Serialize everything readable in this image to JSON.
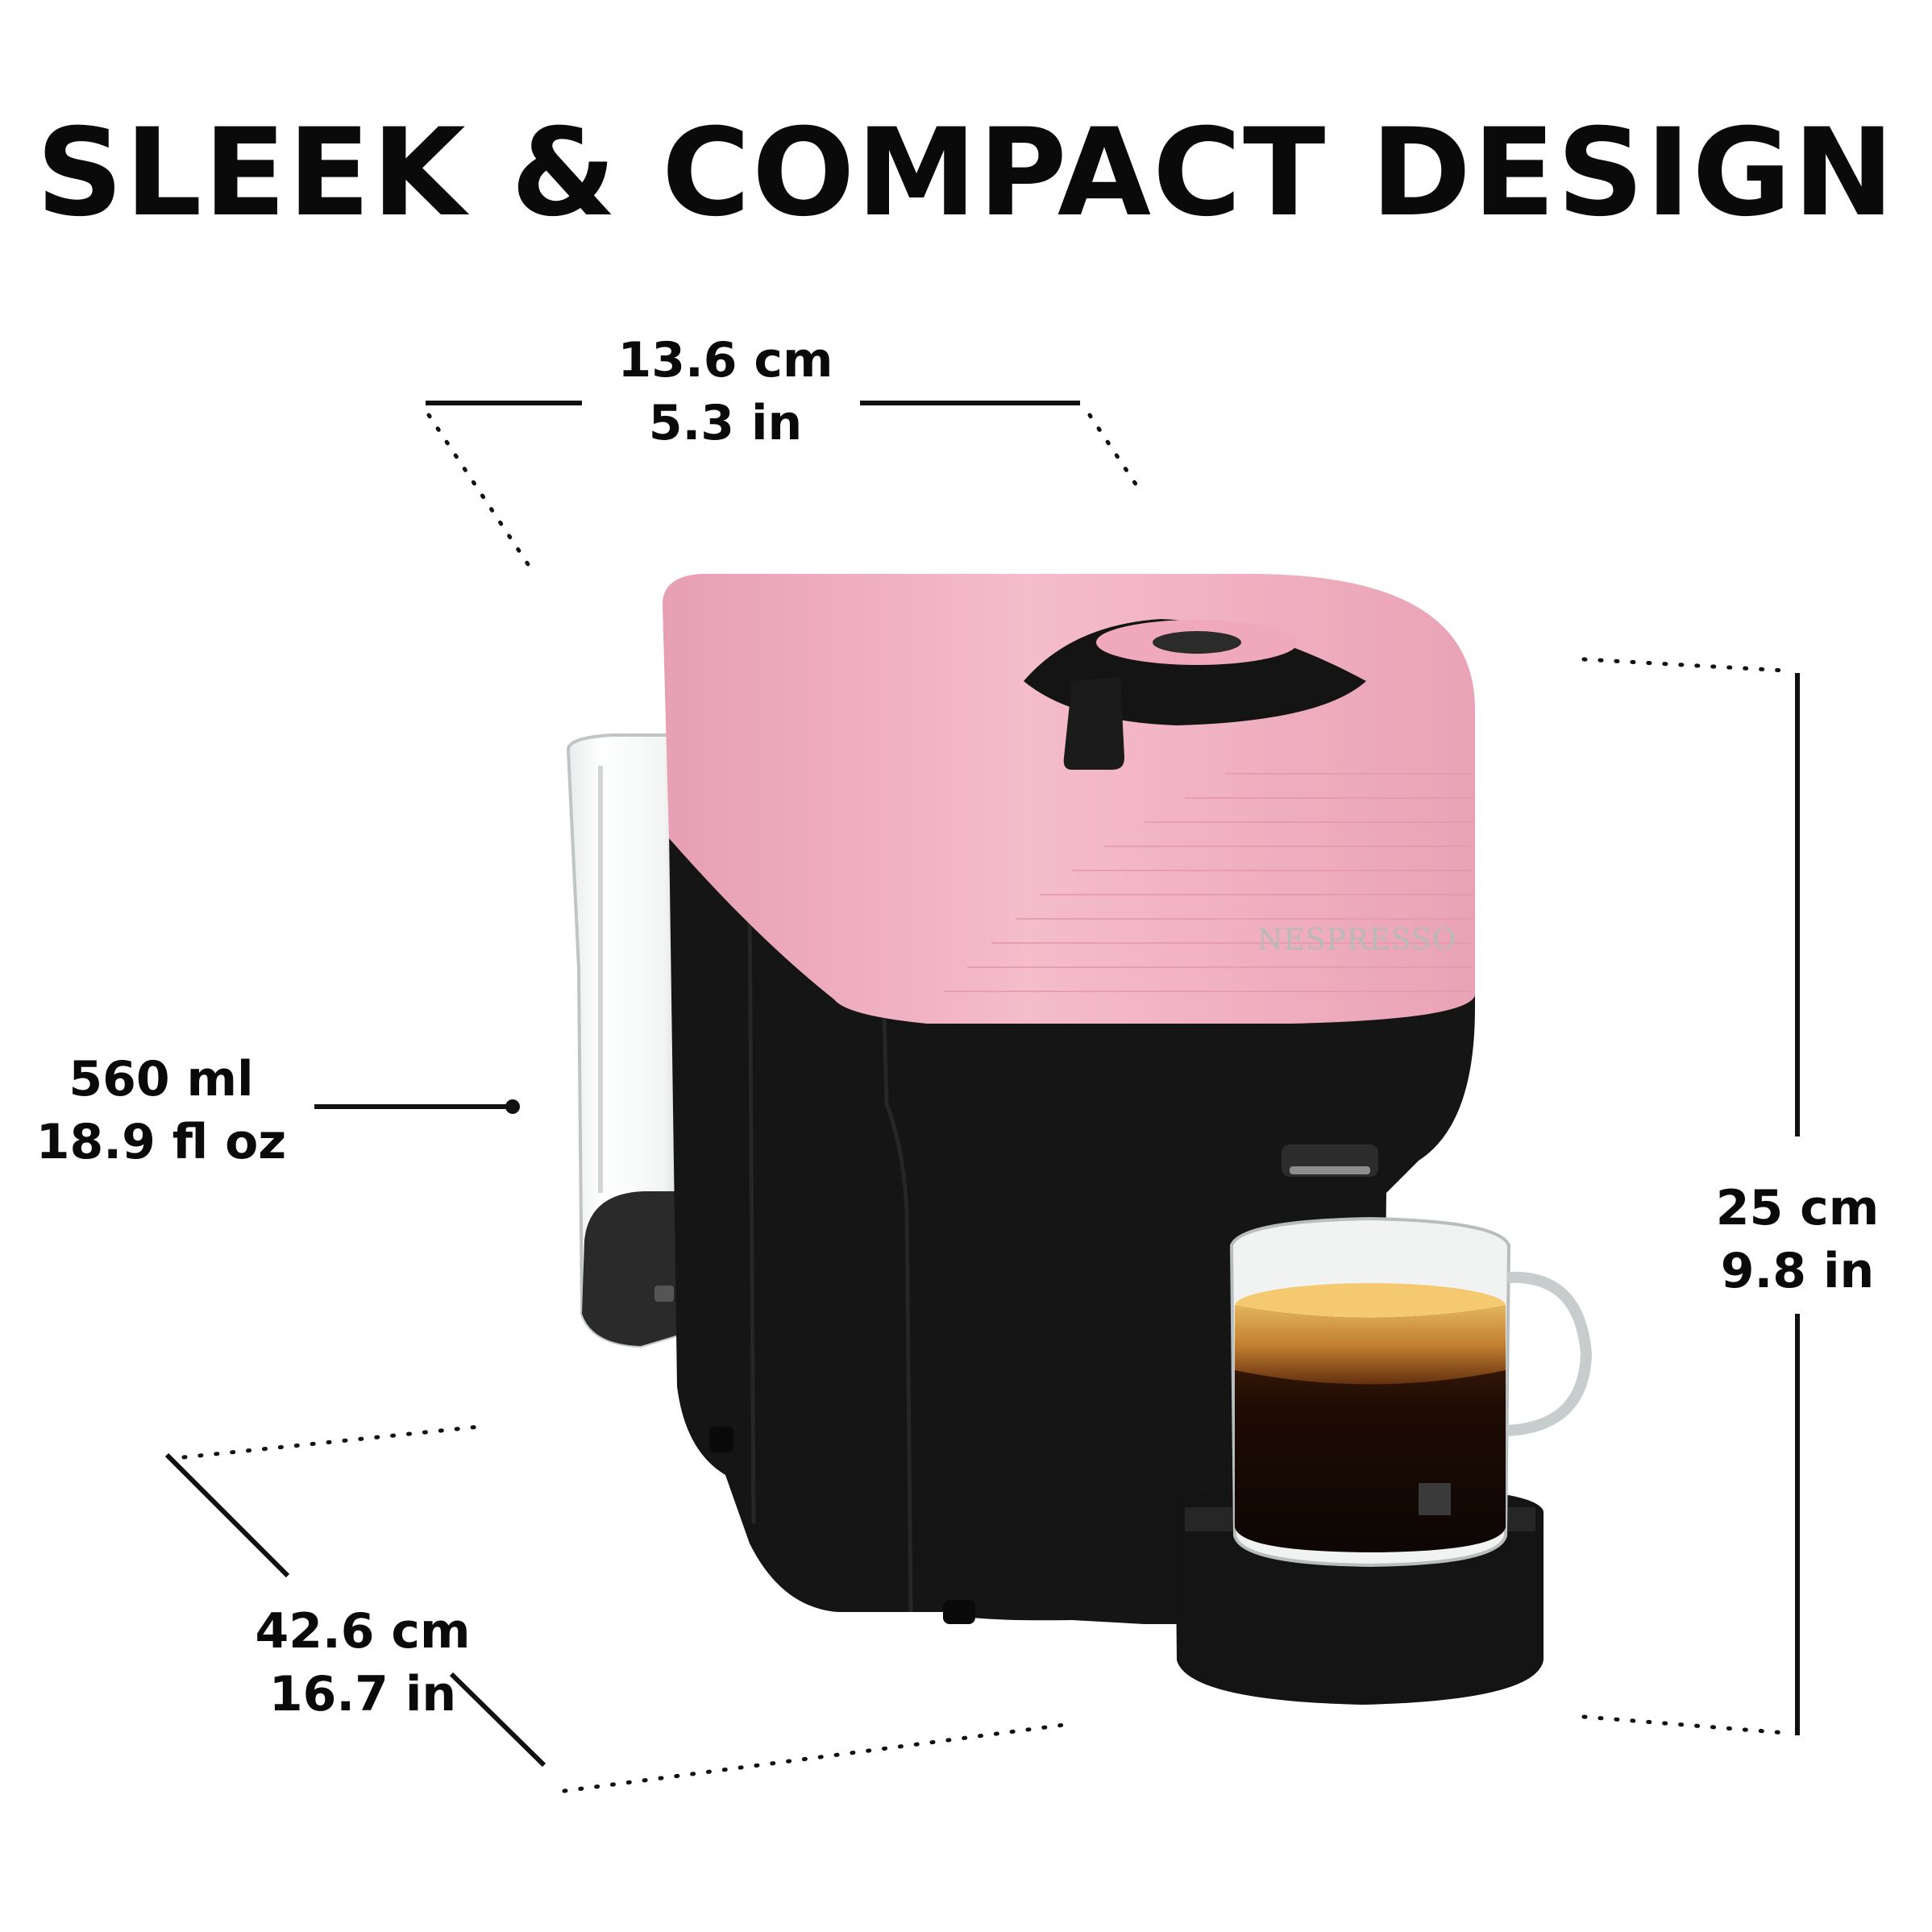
{
  "title": "SLEEK & COMPACT DESIGN",
  "dimensions": {
    "width": {
      "metric": "13.6 cm",
      "imperial": "5.3 in"
    },
    "capacity": {
      "metric": "560 ml",
      "imperial": "18.9 fl oz"
    },
    "height": {
      "metric": "25 cm",
      "imperial": "9.8 in"
    },
    "depth": {
      "metric": "42.6 cm",
      "imperial": "16.7 in"
    }
  },
  "product": {
    "brand": "NESPRESSO",
    "body_top_color": "#f4b8c8",
    "body_base_color": "#151515"
  }
}
